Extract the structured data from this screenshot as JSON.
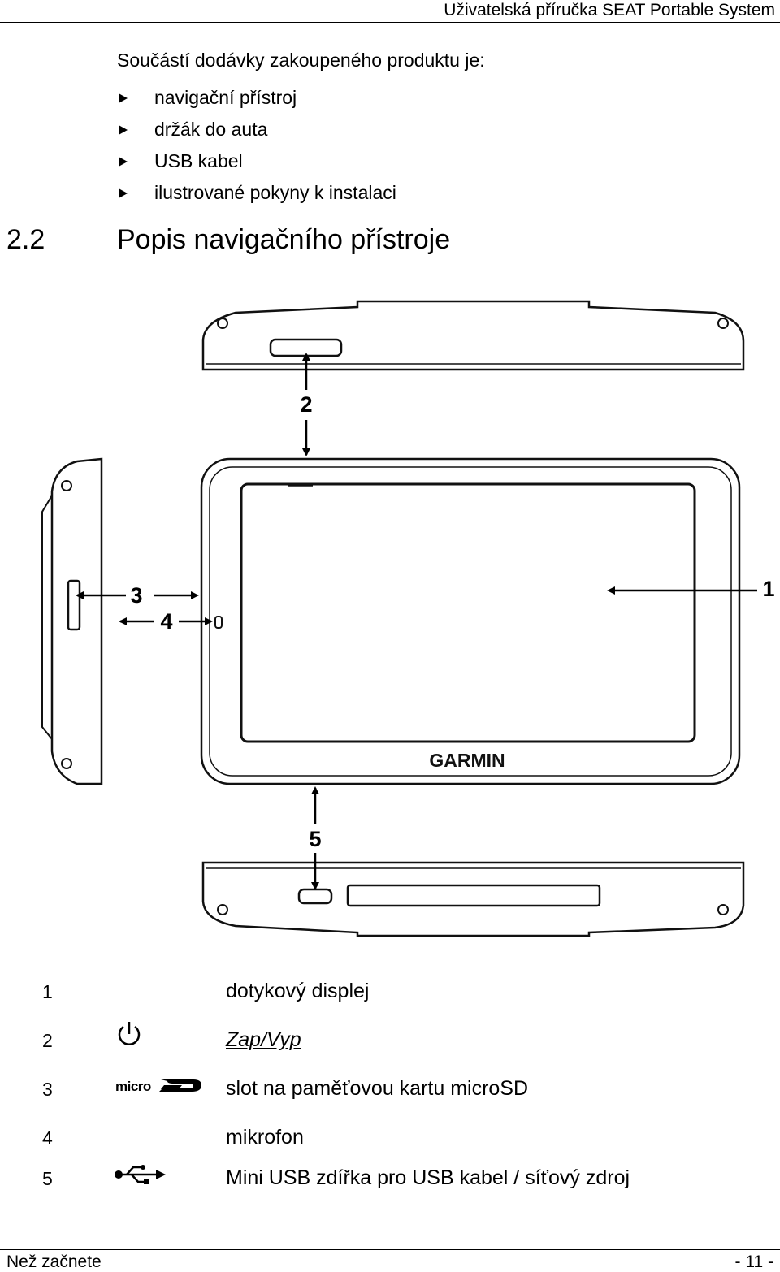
{
  "header": {
    "title": "Uživatelská příručka SEAT Portable System"
  },
  "intro": "Součástí dodávky zakoupeného produktu je:",
  "package_items": [
    "navigační přístroj",
    "držák do auta",
    "USB kabel",
    "ilustrované pokyny k instalaci"
  ],
  "section": {
    "number": "2.2",
    "title": "Popis navigačního přístroje"
  },
  "figure": {
    "brand": "GARMIN",
    "callouts": [
      "1",
      "2",
      "3",
      "4",
      "5"
    ]
  },
  "legend": [
    {
      "number": "1",
      "icon": "",
      "text": "dotykový displej"
    },
    {
      "number": "2",
      "icon": "power-icon",
      "text": "Zap/Vyp"
    },
    {
      "number": "3",
      "icon": "microsd-icon",
      "icon_label": "micro",
      "text": "slot na paměťovou kartu microSD"
    },
    {
      "number": "4",
      "icon": "",
      "text": "mikrofon"
    },
    {
      "number": "5",
      "icon": "usb-icon",
      "text": "Mini USB zdířka pro USB kabel / síťový zdroj"
    }
  ],
  "footer": {
    "left": "Než začnete",
    "right": "- 11 -"
  }
}
